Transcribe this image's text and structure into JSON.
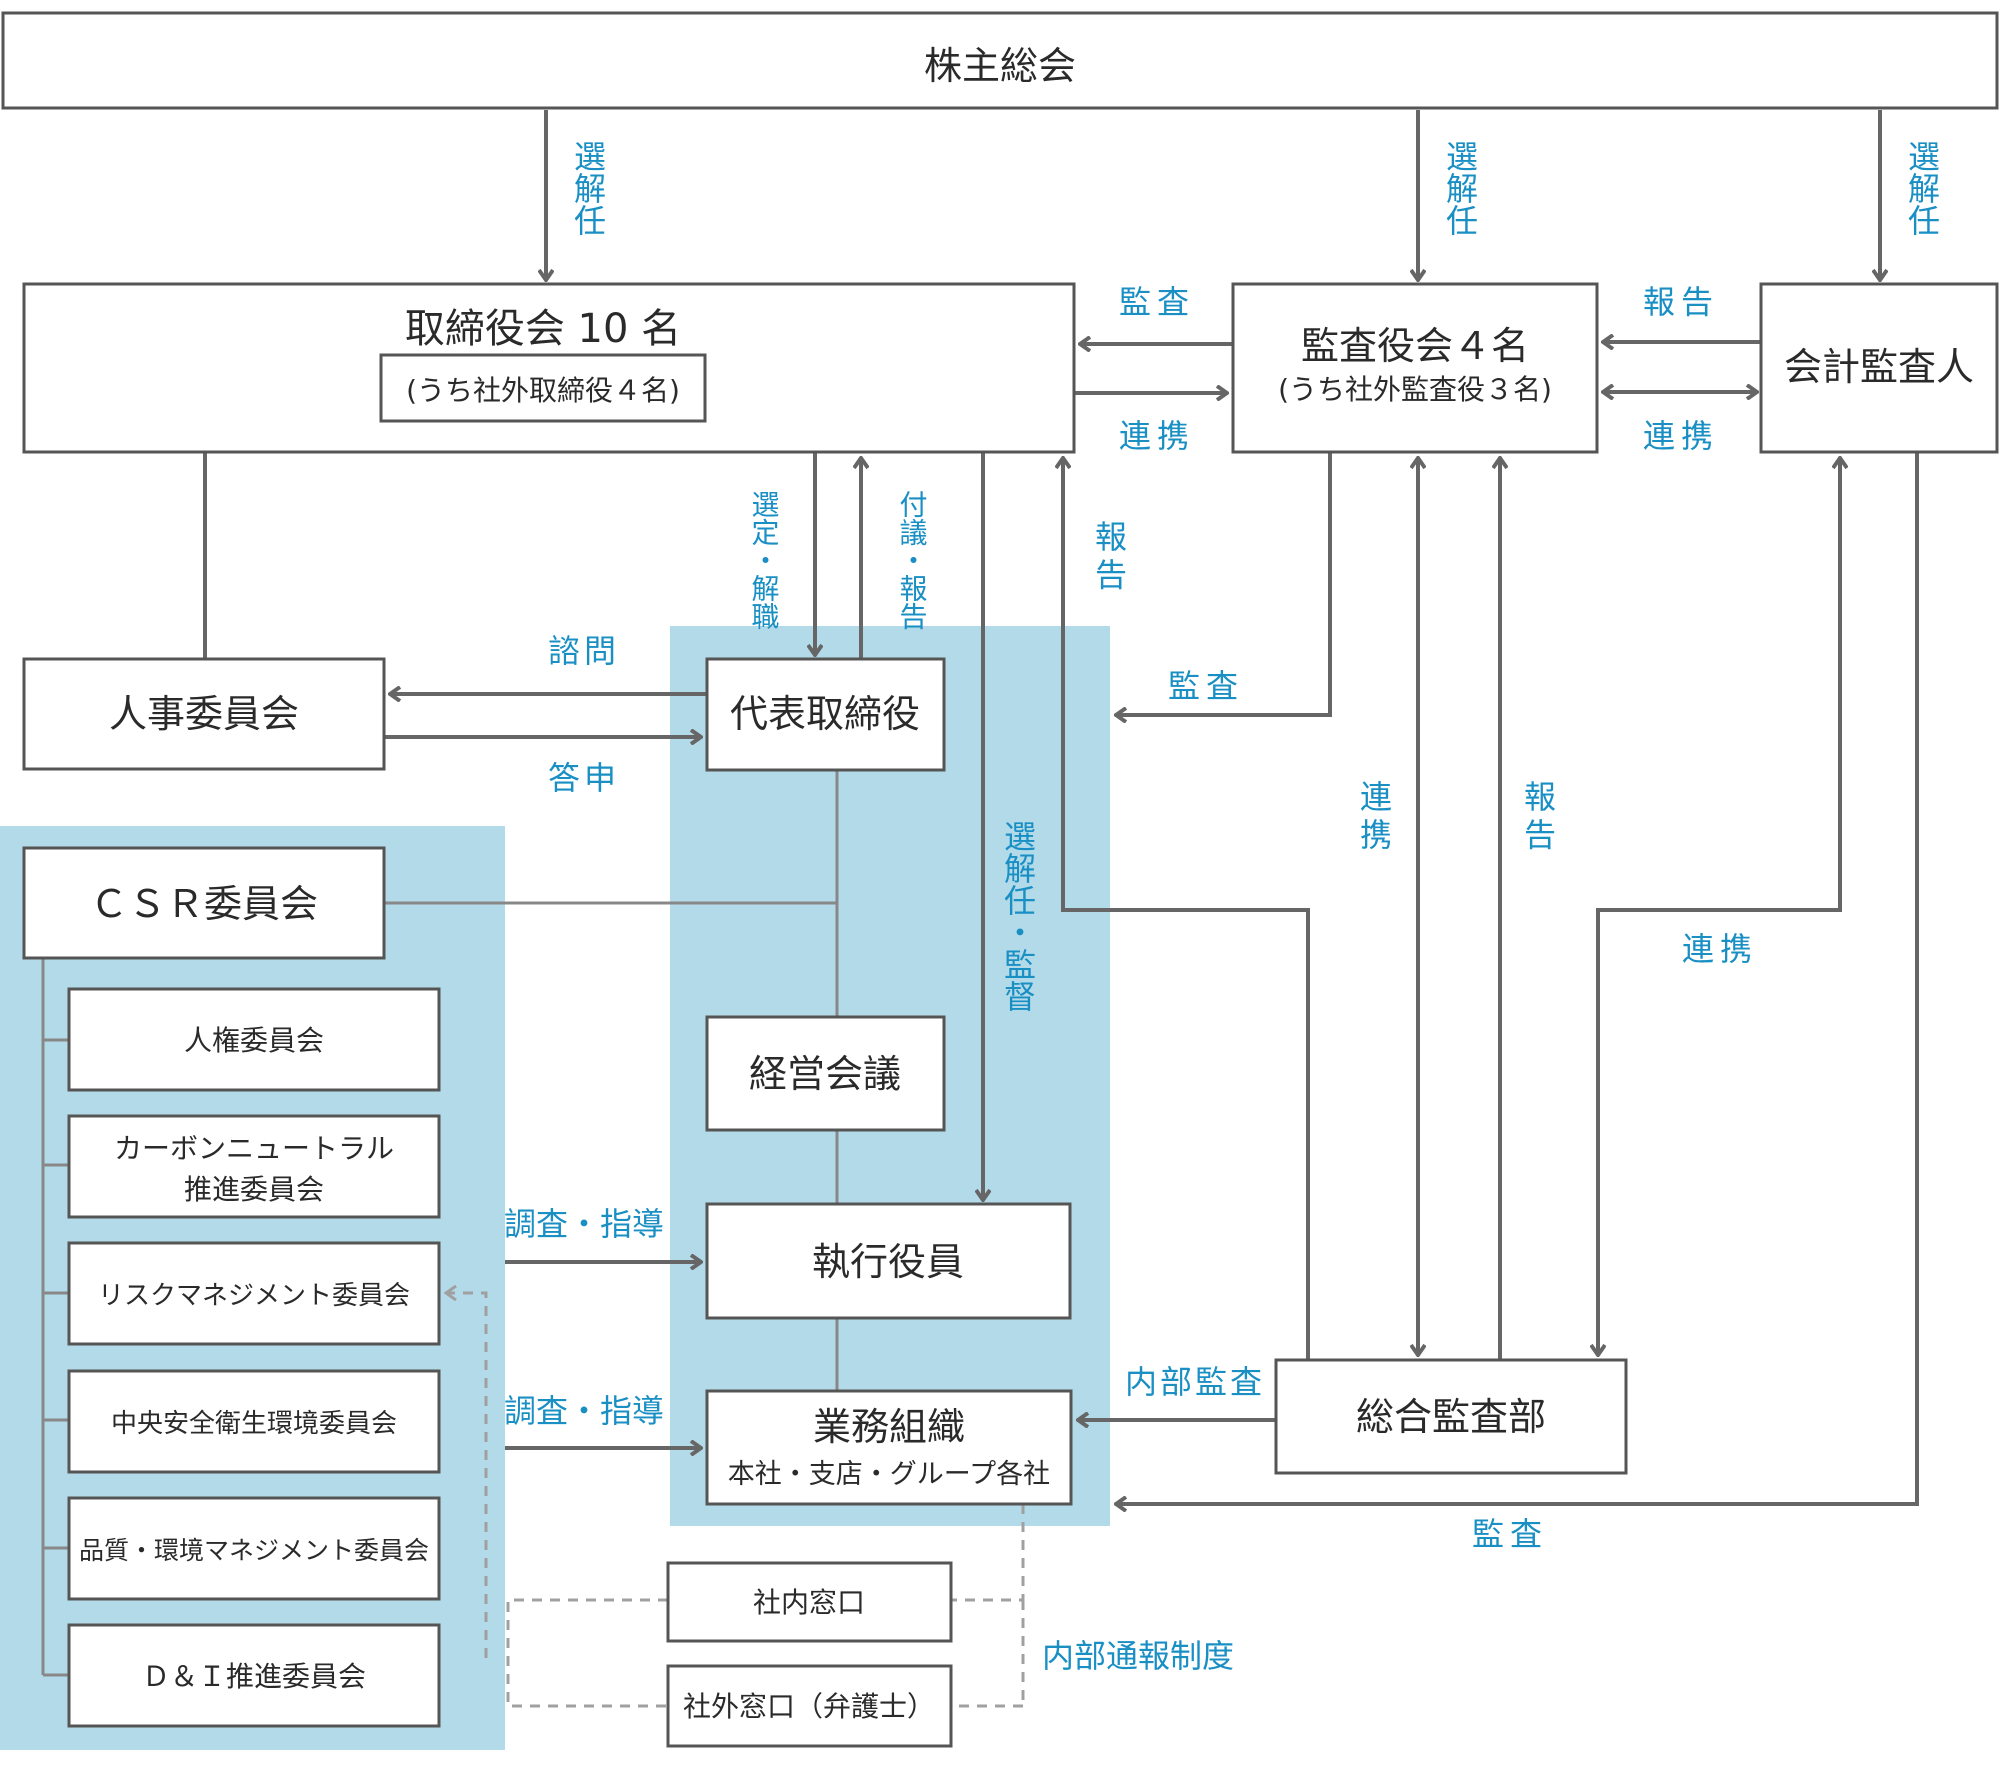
{
  "colors": {
    "panel": "#b3dae8",
    "line": "#666666",
    "accent_text": "#1a8fc4",
    "box_border": "#555555"
  },
  "boxes": {
    "shareholders": "株主総会",
    "board": "取締役会 10 名",
    "board_sub": "(うち社外取締役４名)",
    "auditors": "監査役会４名",
    "auditors_sub": "(うち社外監査役３名)",
    "accounting_auditor": "会計監査人",
    "hr_committee": "人事委員会",
    "president": "代表取締役",
    "csr_committee": "ＣＳＲ委員会",
    "management_meeting": "経営会議",
    "executive_officers": "執行役員",
    "business_org": "業務組織",
    "business_org_sub": "本社・支店・グループ各社",
    "internal_audit": "総合監査部",
    "internal_desk": "社内窓口",
    "external_desk": "社外窓口（弁護士）"
  },
  "sub_committees": [
    {
      "line1": "人権委員会",
      "line2": ""
    },
    {
      "line1": "カーボンニュートラル",
      "line2": "推進委員会"
    },
    {
      "line1": "リスクマネジメント委員会",
      "line2": ""
    },
    {
      "line1": "中央安全衛生環境委員会",
      "line2": ""
    },
    {
      "line1": "品質・環境マネジメント委員会",
      "line2": ""
    },
    {
      "line1": "Ｄ＆Ｉ推進委員会",
      "line2": ""
    }
  ],
  "labels": {
    "appoint_dismiss": "選解任",
    "audit": "監査",
    "report": "報告",
    "cooperation": "連携",
    "select_dismiss": "選定・解職",
    "agenda_report": "付議・報告",
    "consult": "諮問",
    "reply": "答申",
    "appoint_supervise": "選解任・監督",
    "investigate_guide": "調査・指導",
    "internal_audit_label": "内部監査",
    "whistleblowing": "内部通報制度"
  }
}
